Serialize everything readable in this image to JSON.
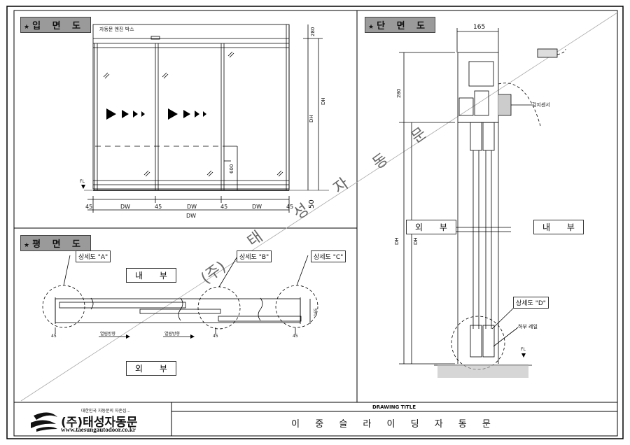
{
  "views": {
    "elevation": {
      "title": "입 면 도",
      "header_label": "자동문 엔진 박스",
      "dims": [
        "45",
        "DW",
        "45",
        "DW",
        "45",
        "DW",
        "45",
        "DW",
        "50",
        "280",
        "DH",
        "DH",
        "600",
        "FL"
      ]
    },
    "plan": {
      "title": "평 면 도",
      "inside": "내 부",
      "outside": "외 부",
      "detail_a": "상세도 \"A\"",
      "detail_b": "상세도 \"B\"",
      "detail_c": "상세도 \"C\"",
      "open_dir_1": "열림방향",
      "open_dir_2": "열림방향",
      "dims": [
        "45",
        "45",
        "45",
        "165"
      ]
    },
    "section": {
      "title": "단 면 도",
      "width_dim": "165",
      "dims": [
        "280",
        "DH",
        "DH",
        "FL"
      ],
      "outside": "외 부",
      "inside": "내 부",
      "sensor": "감지센서",
      "detail_d": "상세도 \"D\"",
      "bottom_rail": "하부 레일"
    }
  },
  "watermark": [
    "(주)",
    "태",
    "성",
    "자",
    "동",
    "문"
  ],
  "company": {
    "tagline": "대한민국 자동문의 자존심...",
    "name": "(주)태성자동문",
    "url": "www.taesungautodoor.co.kr"
  },
  "drawing": {
    "title_label": "DRAWING TITLE",
    "title": "이 중 슬 라 이 딩 자 동 문"
  }
}
